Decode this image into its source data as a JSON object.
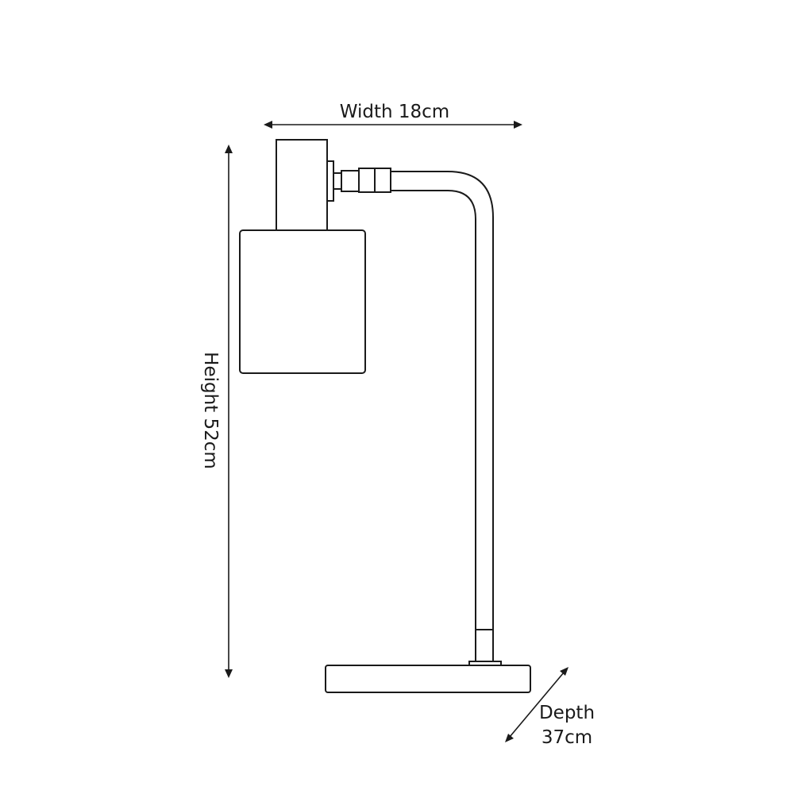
{
  "dimensions": {
    "width_label": "Width 18cm",
    "height_label": "Height 52cm",
    "depth_label_line1": "Depth",
    "depth_label_line2": "37cm"
  },
  "colors": {
    "line": "#1a1a1a",
    "background": "#ffffff"
  }
}
